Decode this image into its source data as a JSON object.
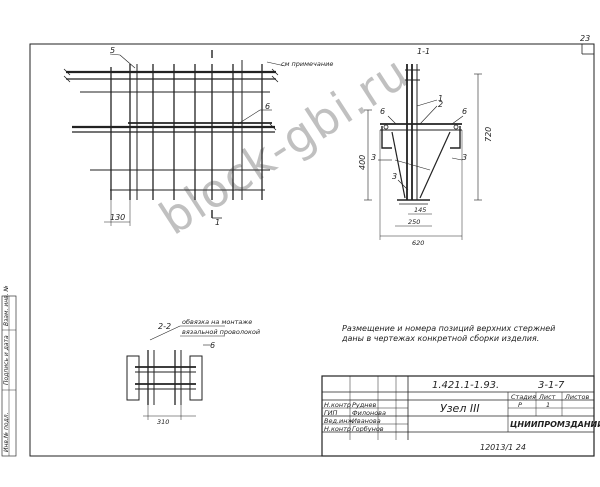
{
  "sheet": {
    "page_no": "23"
  },
  "view_top": {
    "pos_5": "5",
    "pos_6": "6",
    "note_unofficial": "см примечание",
    "dim_130": "130",
    "section_mark": "1"
  },
  "section_1_1": {
    "title": "1-1",
    "pos_1": "1",
    "pos_2": "2",
    "pos_3_left": "3",
    "pos_3_right": "3",
    "pos_3_mid": "3",
    "pos_6_left": "6",
    "pos_6_right": "6",
    "dim_720": "720",
    "dim_400": "400",
    "dim_145": "145",
    "dim_250": "250",
    "dim_620": "620"
  },
  "section_2_2": {
    "title": "2-2",
    "note_line1": "обвязка на монтаже",
    "note_line2": "вязальной проволокой",
    "pos_6": "6",
    "dim_310": "310"
  },
  "note": {
    "line1": "Размещение и номера позиций верхних стержней",
    "line2": "даны в чертежах конкретной сборки изделия."
  },
  "title_block": {
    "code": "1.421.1-1.93.",
    "sheet_ref": "3-1-7",
    "name": "Узел III",
    "stage_label": "Стадия",
    "sheet_label": "Лист",
    "sheets_label": "Листов",
    "stage": "Р",
    "sheet": "1",
    "org": "ЦНИИПРОМЗДАНИЙ",
    "roles": [
      "Н.контр",
      "ГИП",
      "Вед.инж",
      "Н.контр"
    ],
    "names": [
      "Руднев",
      "Филонова",
      "Иванова",
      "Горбунов"
    ],
    "footer": "12013/1   24"
  },
  "side_margin": {
    "t1": "Инв.№ подл.",
    "t2": "Подпись и дата",
    "t3": "Взам. инв. №"
  },
  "watermark": "block-gbi.ru"
}
